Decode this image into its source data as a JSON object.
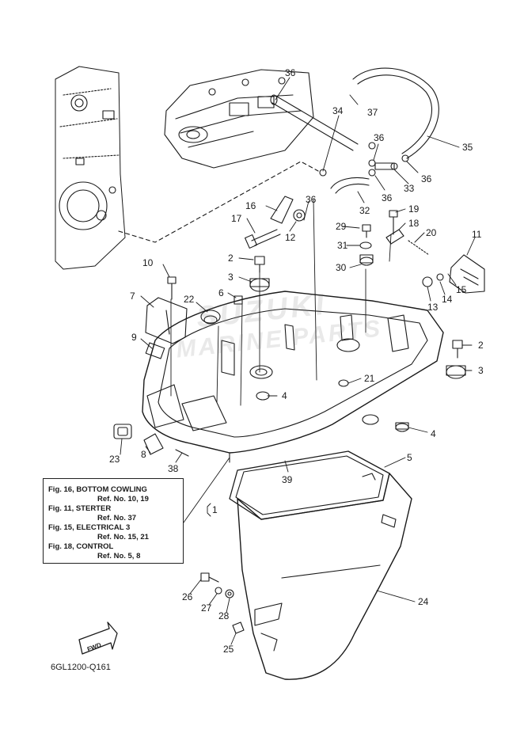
{
  "part_code": "6GL1200-Q161",
  "direction_label": "FWD",
  "watermark": {
    "line1": "SUZUKI",
    "line2": "MARINE PARTS"
  },
  "reference_notes": [
    {
      "fig": "Fig. 16, BOTTOM COWLING",
      "ref": "Ref. No. 10, 19"
    },
    {
      "fig": "Fig. 11, STERTER",
      "ref": "Ref. No. 37"
    },
    {
      "fig": "Fig. 15, ELECTRICAL 3",
      "ref": "Ref. No. 15, 21"
    },
    {
      "fig": "Fig. 18, CONTROL",
      "ref": "Ref. No. 5, 8"
    }
  ],
  "part_numbers": [
    "36",
    "37",
    "34",
    "35",
    "36",
    "36",
    "33",
    "36",
    "32",
    "16",
    "17",
    "12",
    "19",
    "18",
    "29",
    "20",
    "31",
    "30",
    "11",
    "10",
    "2",
    "3",
    "13",
    "14",
    "15",
    "7",
    "22",
    "6",
    "9",
    "2",
    "3",
    "21",
    "4",
    "23",
    "8",
    "38",
    "4",
    "39",
    "5",
    "1",
    "26",
    "27",
    "28",
    "24",
    "25",
    "36"
  ]
}
